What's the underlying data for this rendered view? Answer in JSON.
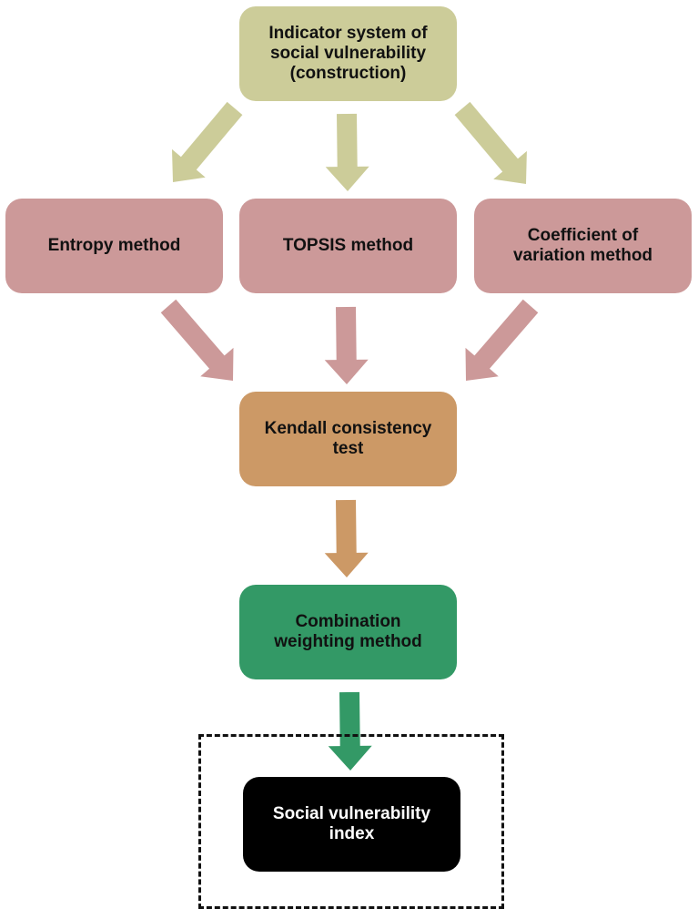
{
  "colors": {
    "olive": "#cccc99",
    "rose": "#cc9999",
    "tan": "#cc9966",
    "green": "#339966",
    "black": "#000000"
  },
  "nodes": {
    "indicator": {
      "label": "Indicator system of\nsocial vulnerability\n(construction)"
    },
    "entropy": {
      "label": "Entropy method"
    },
    "topsis": {
      "label": "TOPSIS method"
    },
    "cov": {
      "label": "Coefficient of\nvariation method"
    },
    "kendall": {
      "label": "Kendall consistency\ntest"
    },
    "combination": {
      "label": "Combination\nweighting method"
    },
    "svi": {
      "label": "Social vulnerability\nindex"
    }
  },
  "edges": [
    {
      "from": "indicator",
      "to": "entropy",
      "color": "olive"
    },
    {
      "from": "indicator",
      "to": "topsis",
      "color": "olive"
    },
    {
      "from": "indicator",
      "to": "cov",
      "color": "olive"
    },
    {
      "from": "entropy",
      "to": "kendall",
      "color": "rose"
    },
    {
      "from": "topsis",
      "to": "kendall",
      "color": "rose"
    },
    {
      "from": "cov",
      "to": "kendall",
      "color": "rose"
    },
    {
      "from": "kendall",
      "to": "combination",
      "color": "tan"
    },
    {
      "from": "combination",
      "to": "svi",
      "color": "green"
    }
  ]
}
